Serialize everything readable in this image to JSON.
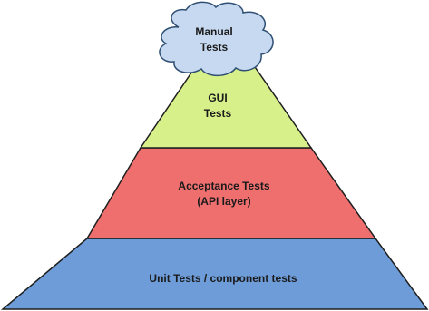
{
  "diagram": {
    "colors": {
      "cloud_fill": "#c7d9f1",
      "cloud_stroke": "#2f4f73",
      "gui_fill": "#d7f08a",
      "acceptance_fill": "#ef6f6f",
      "unit_fill": "#6d9cd9",
      "outline": "#1f1f1f"
    },
    "layers": {
      "manual": {
        "line1": "Manual",
        "line2": "Tests"
      },
      "gui": {
        "line1": "GUI",
        "line2": "Tests"
      },
      "acceptance": {
        "line1": "Acceptance Tests",
        "line2": "(API layer)"
      },
      "unit": {
        "line1": "Unit Tests / component tests"
      }
    }
  }
}
